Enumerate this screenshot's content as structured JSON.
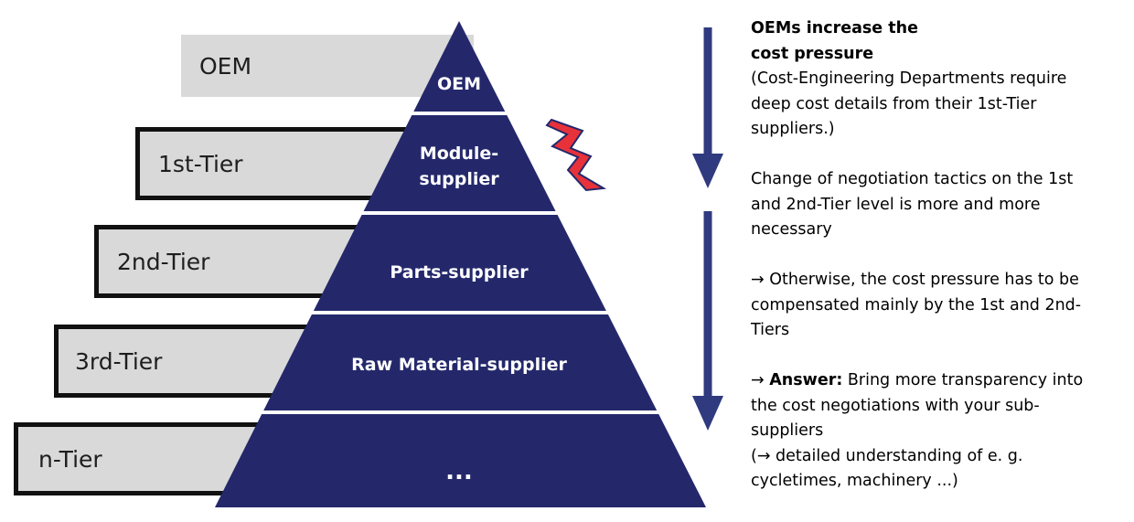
{
  "tiers": {
    "oem": "OEM",
    "tier1": "1st-Tier",
    "tier2": "2nd-Tier",
    "tier3": "3rd-Tier",
    "tiern": "n-Tier"
  },
  "pyramid": {
    "level1": "OEM",
    "level2_line1": "Module-",
    "level2_line2": "supplier",
    "level3": "Parts-supplier",
    "level4": "Raw Material-supplier",
    "level5": "..."
  },
  "text": {
    "heading_line1": "OEMs increase the",
    "heading_line2": "cost pressure",
    "p1_line1": "(Cost-Engineering Departments require",
    "p1_line2": "deep cost details from their 1st-Tier",
    "p1_line3": "suppliers.)",
    "p2_line1": "Change of negotiation tactics on the 1st",
    "p2_line2": "and 2nd-Tier level is more and more",
    "p2_line3": "necessary",
    "p3_line1": "→ Otherwise, the cost pressure has to be",
    "p3_line2": "compensated mainly by the 1st and 2nd-",
    "p3_line3": "Tiers",
    "p4_arrow": "→ ",
    "p4_bold": "Answer:",
    "p4_line1_rest": " Bring more transparency into",
    "p4_line2": "the cost negotiations with your sub-",
    "p4_line3": "suppliers",
    "p4_line4": "(→ detailed understanding of e. g.",
    "p4_line5": "cycletimes, machinery ...)"
  },
  "colors": {
    "pyramid": "#24286b",
    "arrow": "#2f3a7f",
    "tier_fill": "#d9d9d9",
    "lightning": "#e8323a"
  },
  "icons": {
    "lightning": "lightning-icon",
    "arrows": "down-arrow-icon"
  }
}
